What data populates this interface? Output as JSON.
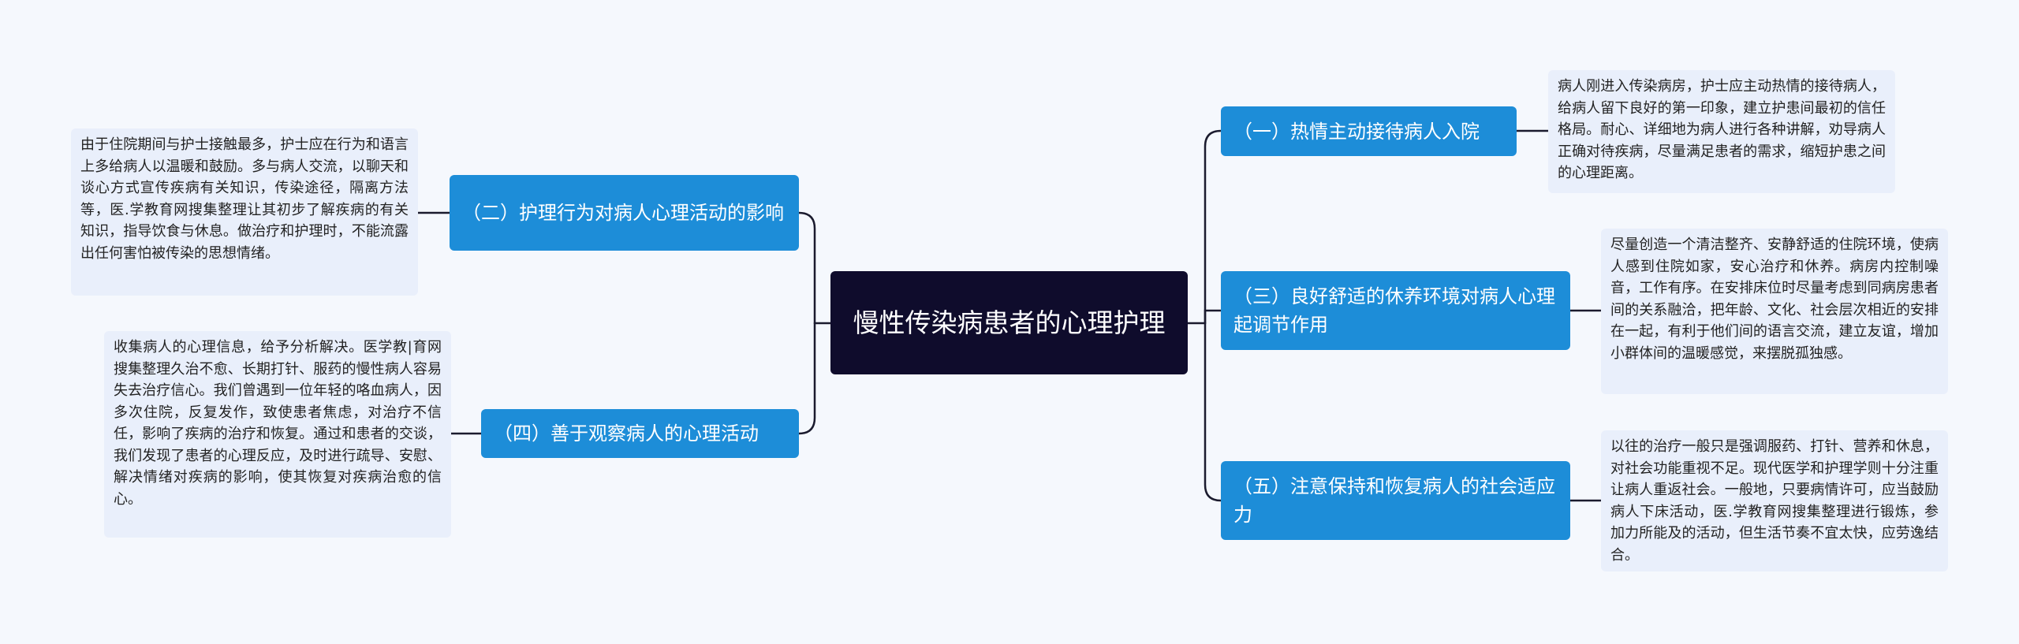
{
  "root": {
    "title": "慢性传染病患者的心理护理"
  },
  "branches": [
    {
      "id": "b1",
      "label": "（一）热情主动接待病人入院",
      "detail": "病人刚进入传染病房，护士应主动热情的接待病人，给病人留下良好的第一印象，建立护患间最初的信任格局。耐心、详细地为病人进行各种讲解，劝导病人正确对待疾病，尽量满足患者的需求，缩短护患之间的心理距离。"
    },
    {
      "id": "b2",
      "label": "（二）护理行为对病人心理活动的影响",
      "detail": "由于住院期间与护士接触最多，护士应在行为和语言上多给病人以温暖和鼓励。多与病人交流，以聊天和谈心方式宣传疾病有关知识，传染途径，隔离方法等，医.学教育网搜集整理让其初步了解疾病的有关知识，指导饮食与休息。做治疗和护理时，不能流露出任何害怕被传染的思想情绪。"
    },
    {
      "id": "b3",
      "label": "（三）良好舒适的休养环境对病人心理起调节作用",
      "detail": "尽量创造一个清洁整齐、安静舒适的住院环境，使病人感到住院如家，安心治疗和休养。病房内控制噪音，工作有序。在安排床位时尽量考虑到同病房患者间的关系融洽，把年龄、文化、社会层次相近的安排在一起，有利于他们间的语言交流，建立友谊，增加小群体间的温暖感觉，来摆脱孤独感。"
    },
    {
      "id": "b4",
      "label": "（四）善于观察病人的心理活动",
      "detail": "收集病人的心理信息，给予分析解决。医学教|育网搜集整理久治不愈、长期打针、服药的慢性病人容易失去治疗信心。我们曾遇到一位年轻的咯血病人，因多次住院，反复发作，致使患者焦虑，对治疗不信任，影响了疾病的治疗和恢复。通过和患者的交谈，我们发现了患者的心理反应，及时进行疏导、安慰、解决情绪对疾病的影响，使其恢复对疾病治愈的信心。"
    },
    {
      "id": "b5",
      "label": "（五）注意保持和恢复病人的社会适应力",
      "detail": "以往的治疗一般只是强调服药、打针、营养和休息，对社会功能重视不足。现代医学和护理学则十分注重让病人重返社会。一般地，只要病情许可，应当鼓励病人下床活动，医.学教育网搜集整理进行锻炼，参加力所能及的活动，但生活节奏不宜太快，应劳逸结合。"
    }
  ],
  "colors": {
    "background": "#f5f8fd",
    "root_fill": "#0f0c2c",
    "branch_fill": "#1d8dd8",
    "leaf_fill": "#e9effb",
    "connector": "#1b1b2e"
  }
}
